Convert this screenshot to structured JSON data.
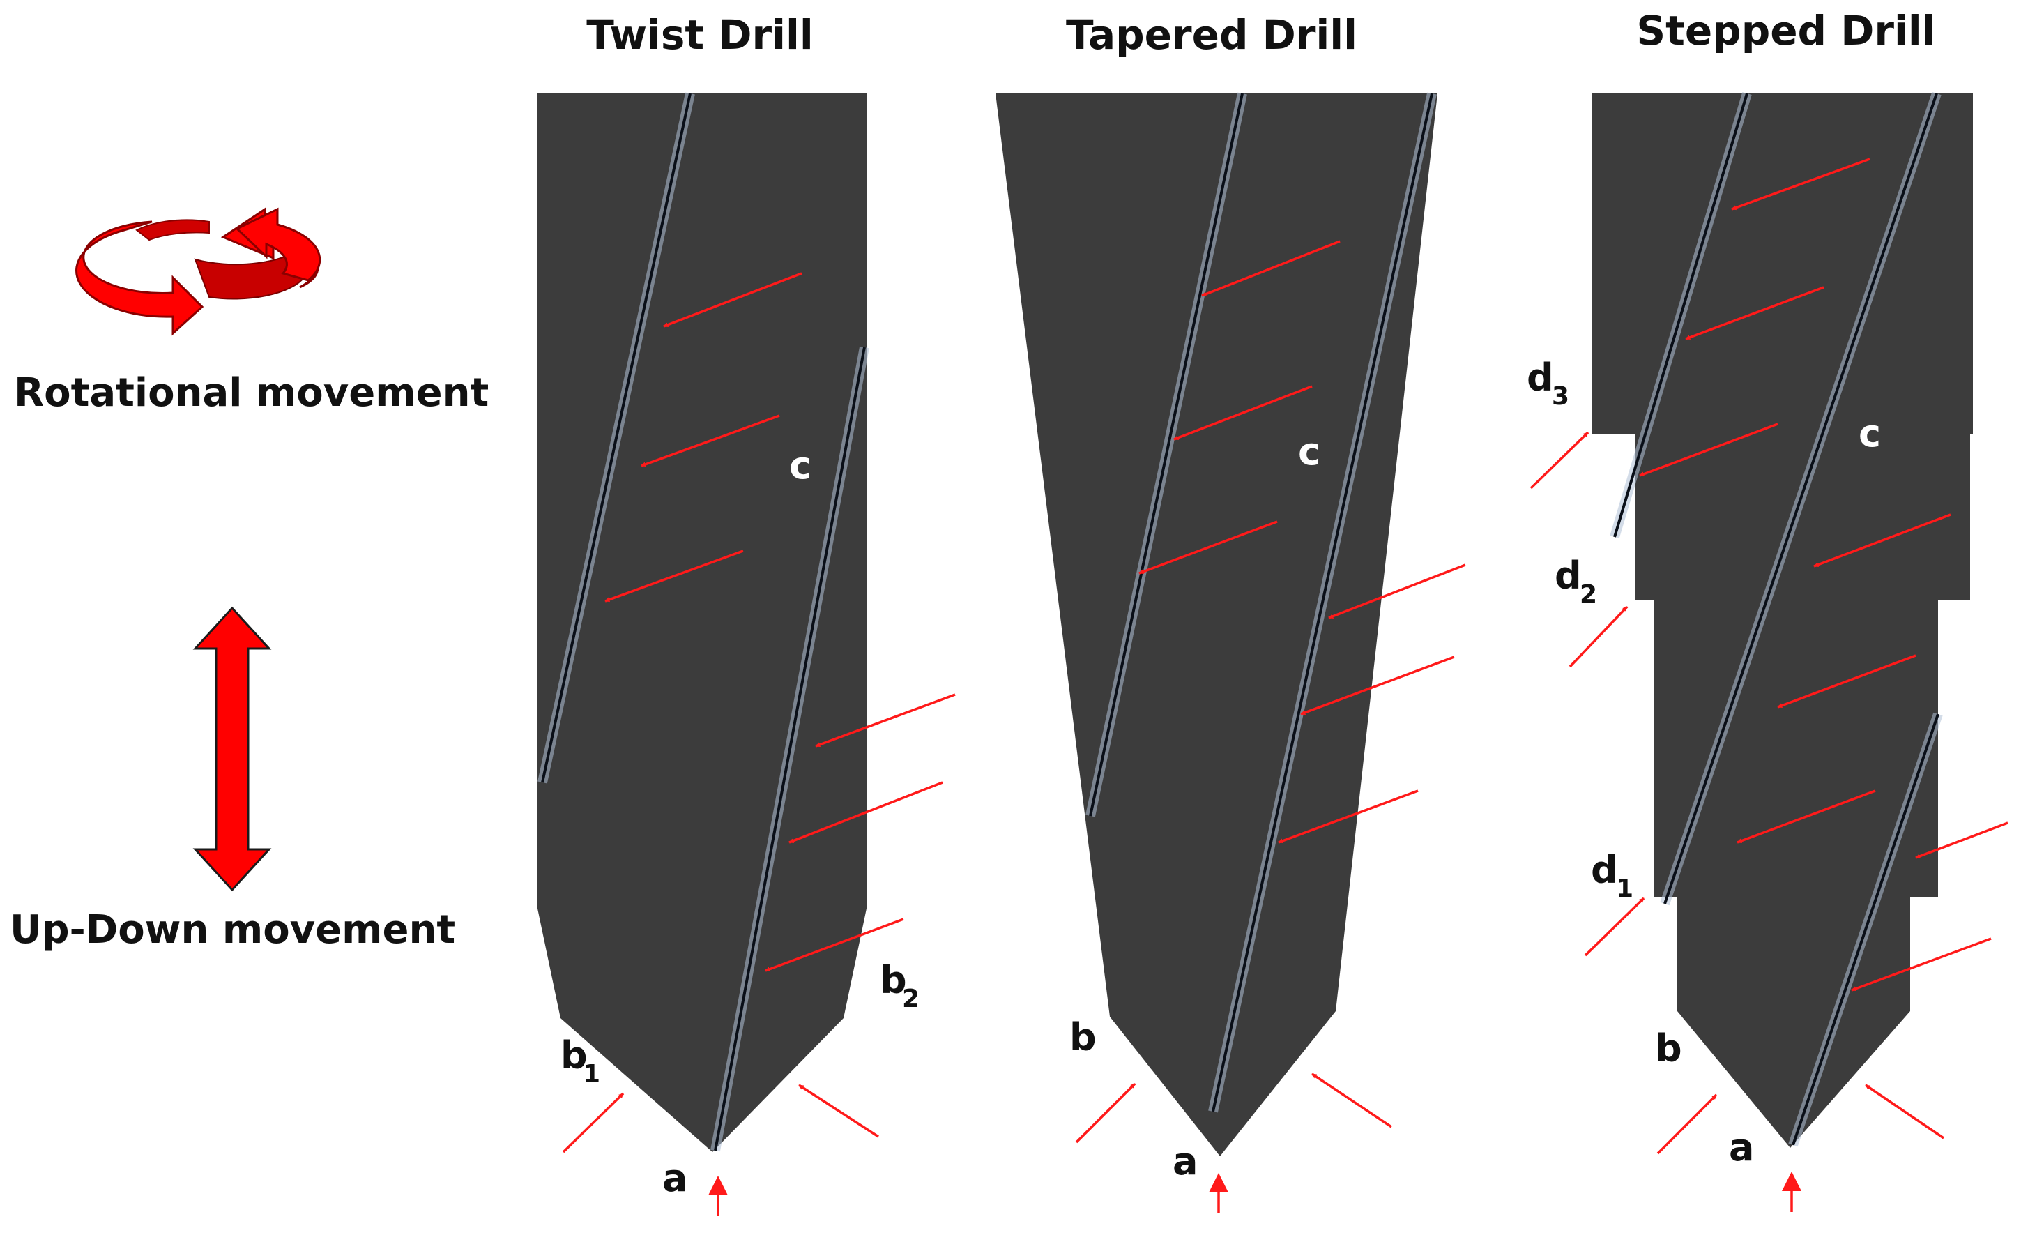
{
  "colors": {
    "drill_body": "#3c3c3c",
    "flute_line": "#0a0f18",
    "flute_glow": "#aebfd6",
    "arrow_red": "#ff1a1a",
    "icon_red": "#ff0000",
    "text": "#111111",
    "label_on_drill": "#ffffff"
  },
  "legend": {
    "rotational_label": "Rotational movement",
    "updown_label": "Up-Down movement",
    "rotational_icon": "circular-rotation-arrows-icon",
    "updown_icon": "double-headed-vertical-arrow-icon"
  },
  "drills": {
    "twist": {
      "title": "Twist Drill",
      "labels": {
        "c": "c",
        "a": "a",
        "b1": "b",
        "b1_sub": "1",
        "b2": "b",
        "b2_sub": "2"
      }
    },
    "tapered": {
      "title": "Tapered Drill",
      "labels": {
        "c": "c",
        "a": "a",
        "b": "b"
      }
    },
    "stepped": {
      "title": "Stepped Drill",
      "labels": {
        "c": "c",
        "a": "a",
        "b": "b",
        "d1": "d",
        "d1_sub": "1",
        "d2": "d",
        "d2_sub": "2",
        "d3": "d",
        "d3_sub": "3"
      }
    }
  }
}
